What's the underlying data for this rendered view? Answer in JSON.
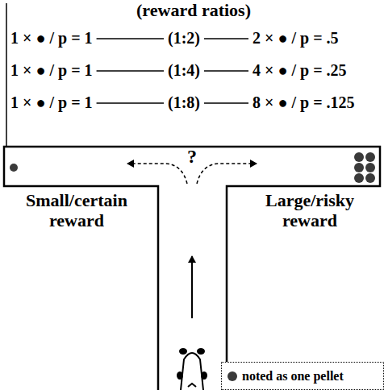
{
  "diagram": {
    "title": "(reward ratios)",
    "labels": [
      "1 × ● / p = 1",
      "(1:2)",
      "2 × ● / p = .5",
      "1 × ● / p = 1",
      "(1:4)",
      "4 × ● / p = .25",
      "1 × ● / p = 1",
      "(1:8)",
      "8 × ● / p = .125",
      "?",
      "Small/certain reward",
      "Large/risky reward"
    ],
    "legend": [
      {
        "text": "noted as one pellet",
        "color": "#3a3a3a"
      }
    ]
  }
}
